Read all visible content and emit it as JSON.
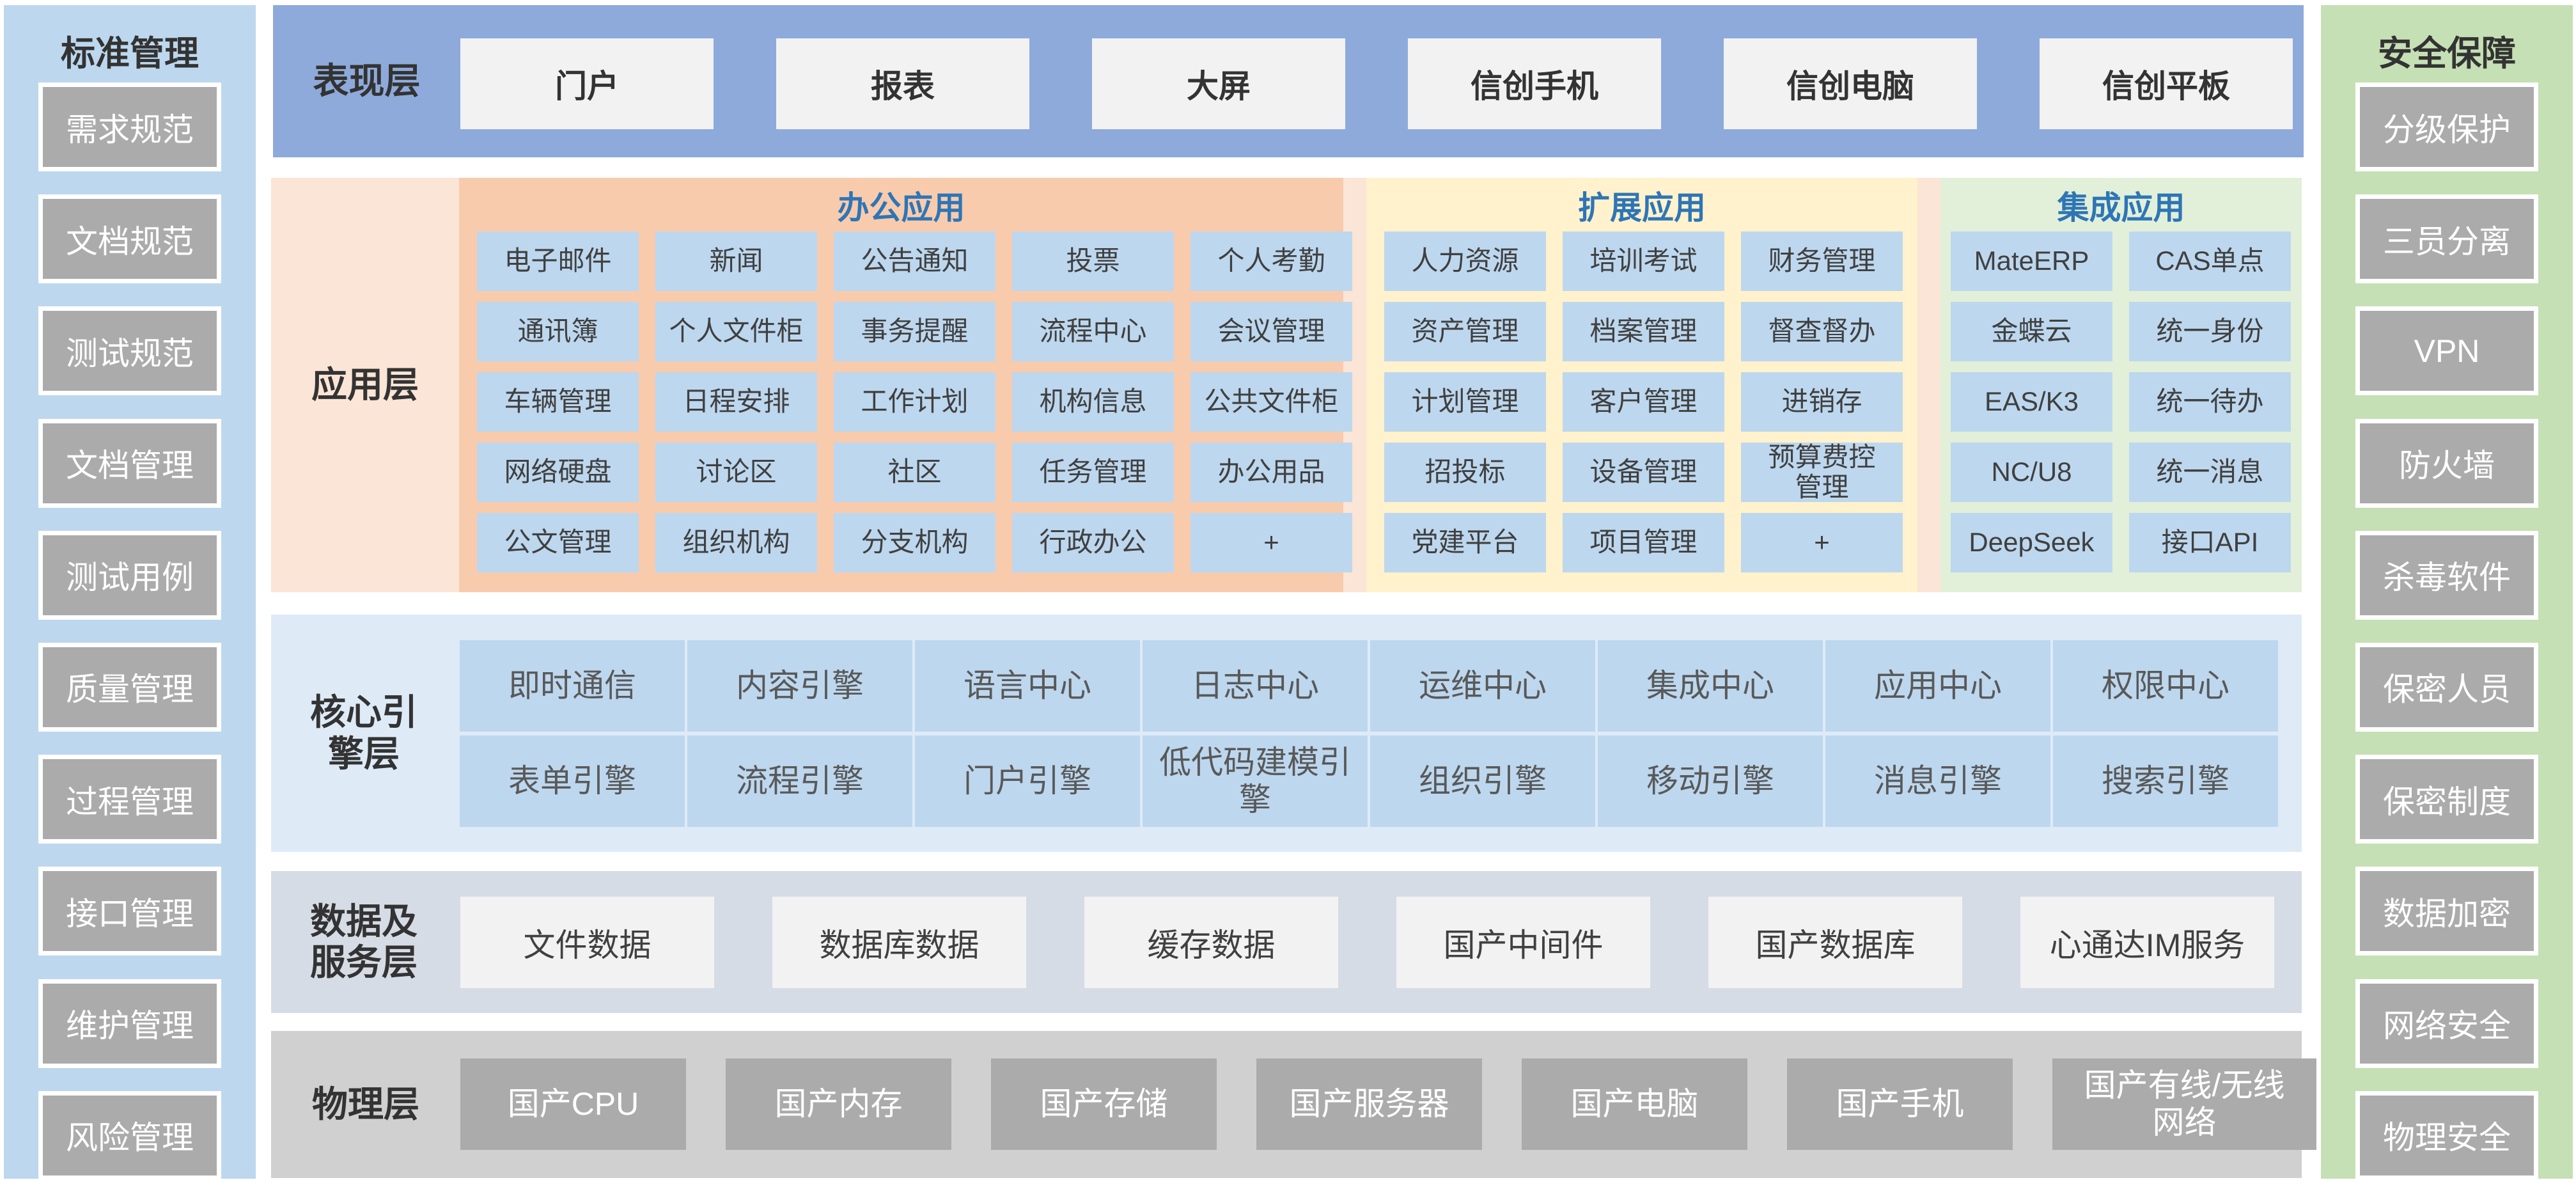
{
  "standards": {
    "title": "标准管理",
    "items": [
      "需求规范",
      "文档规范",
      "测试规范",
      "文档管理",
      "测试用例",
      "质量管理",
      "过程管理",
      "接口管理",
      "维护管理",
      "风险管理"
    ]
  },
  "security": {
    "title": "安全保障",
    "items": [
      "分级保护",
      "三员分离",
      "VPN",
      "防火墙",
      "杀毒软件",
      "保密人员",
      "保密制度",
      "数据加密",
      "网络安全",
      "物理安全"
    ]
  },
  "presentation": {
    "label": "表现层",
    "items": [
      "门户",
      "报表",
      "大屏",
      "信创手机",
      "信创电脑",
      "信创平板"
    ]
  },
  "application": {
    "label": "应用层",
    "office": {
      "title": "办公应用",
      "items": [
        "电子邮件",
        "新闻",
        "公告通知",
        "投票",
        "个人考勤",
        "通讯簿",
        "个人文件柜",
        "事务提醒",
        "流程中心",
        "会议管理",
        "车辆管理",
        "日程安排",
        "工作计划",
        "机构信息",
        "公共文件柜",
        "网络硬盘",
        "讨论区",
        "社区",
        "任务管理",
        "办公用品",
        "公文管理",
        "组织机构",
        "分支机构",
        "行政办公",
        "+"
      ]
    },
    "extension": {
      "title": "扩展应用",
      "items": [
        "人力资源",
        "培训考试",
        "财务管理",
        "资产管理",
        "档案管理",
        "督查督办",
        "计划管理",
        "客户管理",
        "进销存",
        "招投标",
        "设备管理",
        "预算费控管理",
        "党建平台",
        "项目管理",
        "+"
      ]
    },
    "integration": {
      "title": "集成应用",
      "items": [
        "MateERP",
        "CAS单点",
        "金蝶云",
        "统一身份",
        "EAS/K3",
        "统一待办",
        "NC/U8",
        "统一消息",
        "DeepSeek",
        "接口API"
      ]
    }
  },
  "core": {
    "label": "核心引擎层",
    "items": [
      "即时通信",
      "内容引擎",
      "语言中心",
      "日志中心",
      "运维中心",
      "集成中心",
      "应用中心",
      "权限中心",
      "表单引擎",
      "流程引擎",
      "门户引擎",
      "低代码建模引擎",
      "组织引擎",
      "移动引擎",
      "消息引擎",
      "搜索引擎"
    ]
  },
  "data_layer": {
    "label": "数据及服务层",
    "items": [
      "文件数据",
      "数据库数据",
      "缓存数据",
      "国产中间件",
      "国产数据库",
      "心通达IM服务"
    ]
  },
  "physical": {
    "label": "物理层",
    "items": [
      "国产CPU",
      "国产内存",
      "国产存储",
      "国产服务器",
      "国产电脑",
      "国产手机",
      "国产有线/无线网络"
    ]
  },
  "colors": {
    "presentation_bg": "#8eaadb",
    "application_bg": "#fbe5d6",
    "office_panel": "#f8cbad",
    "extension_panel": "#fff2cc",
    "integration_panel": "#e2f0d9",
    "core_bg": "#deebf7",
    "data_bg": "#d6dce5",
    "physical_bg": "#d0d0d0",
    "cell_blue": "#bdd7ee",
    "title_blue": "#2e75b6",
    "standards_bg": "#bdd7ee",
    "security_bg": "#c5e0b4"
  }
}
